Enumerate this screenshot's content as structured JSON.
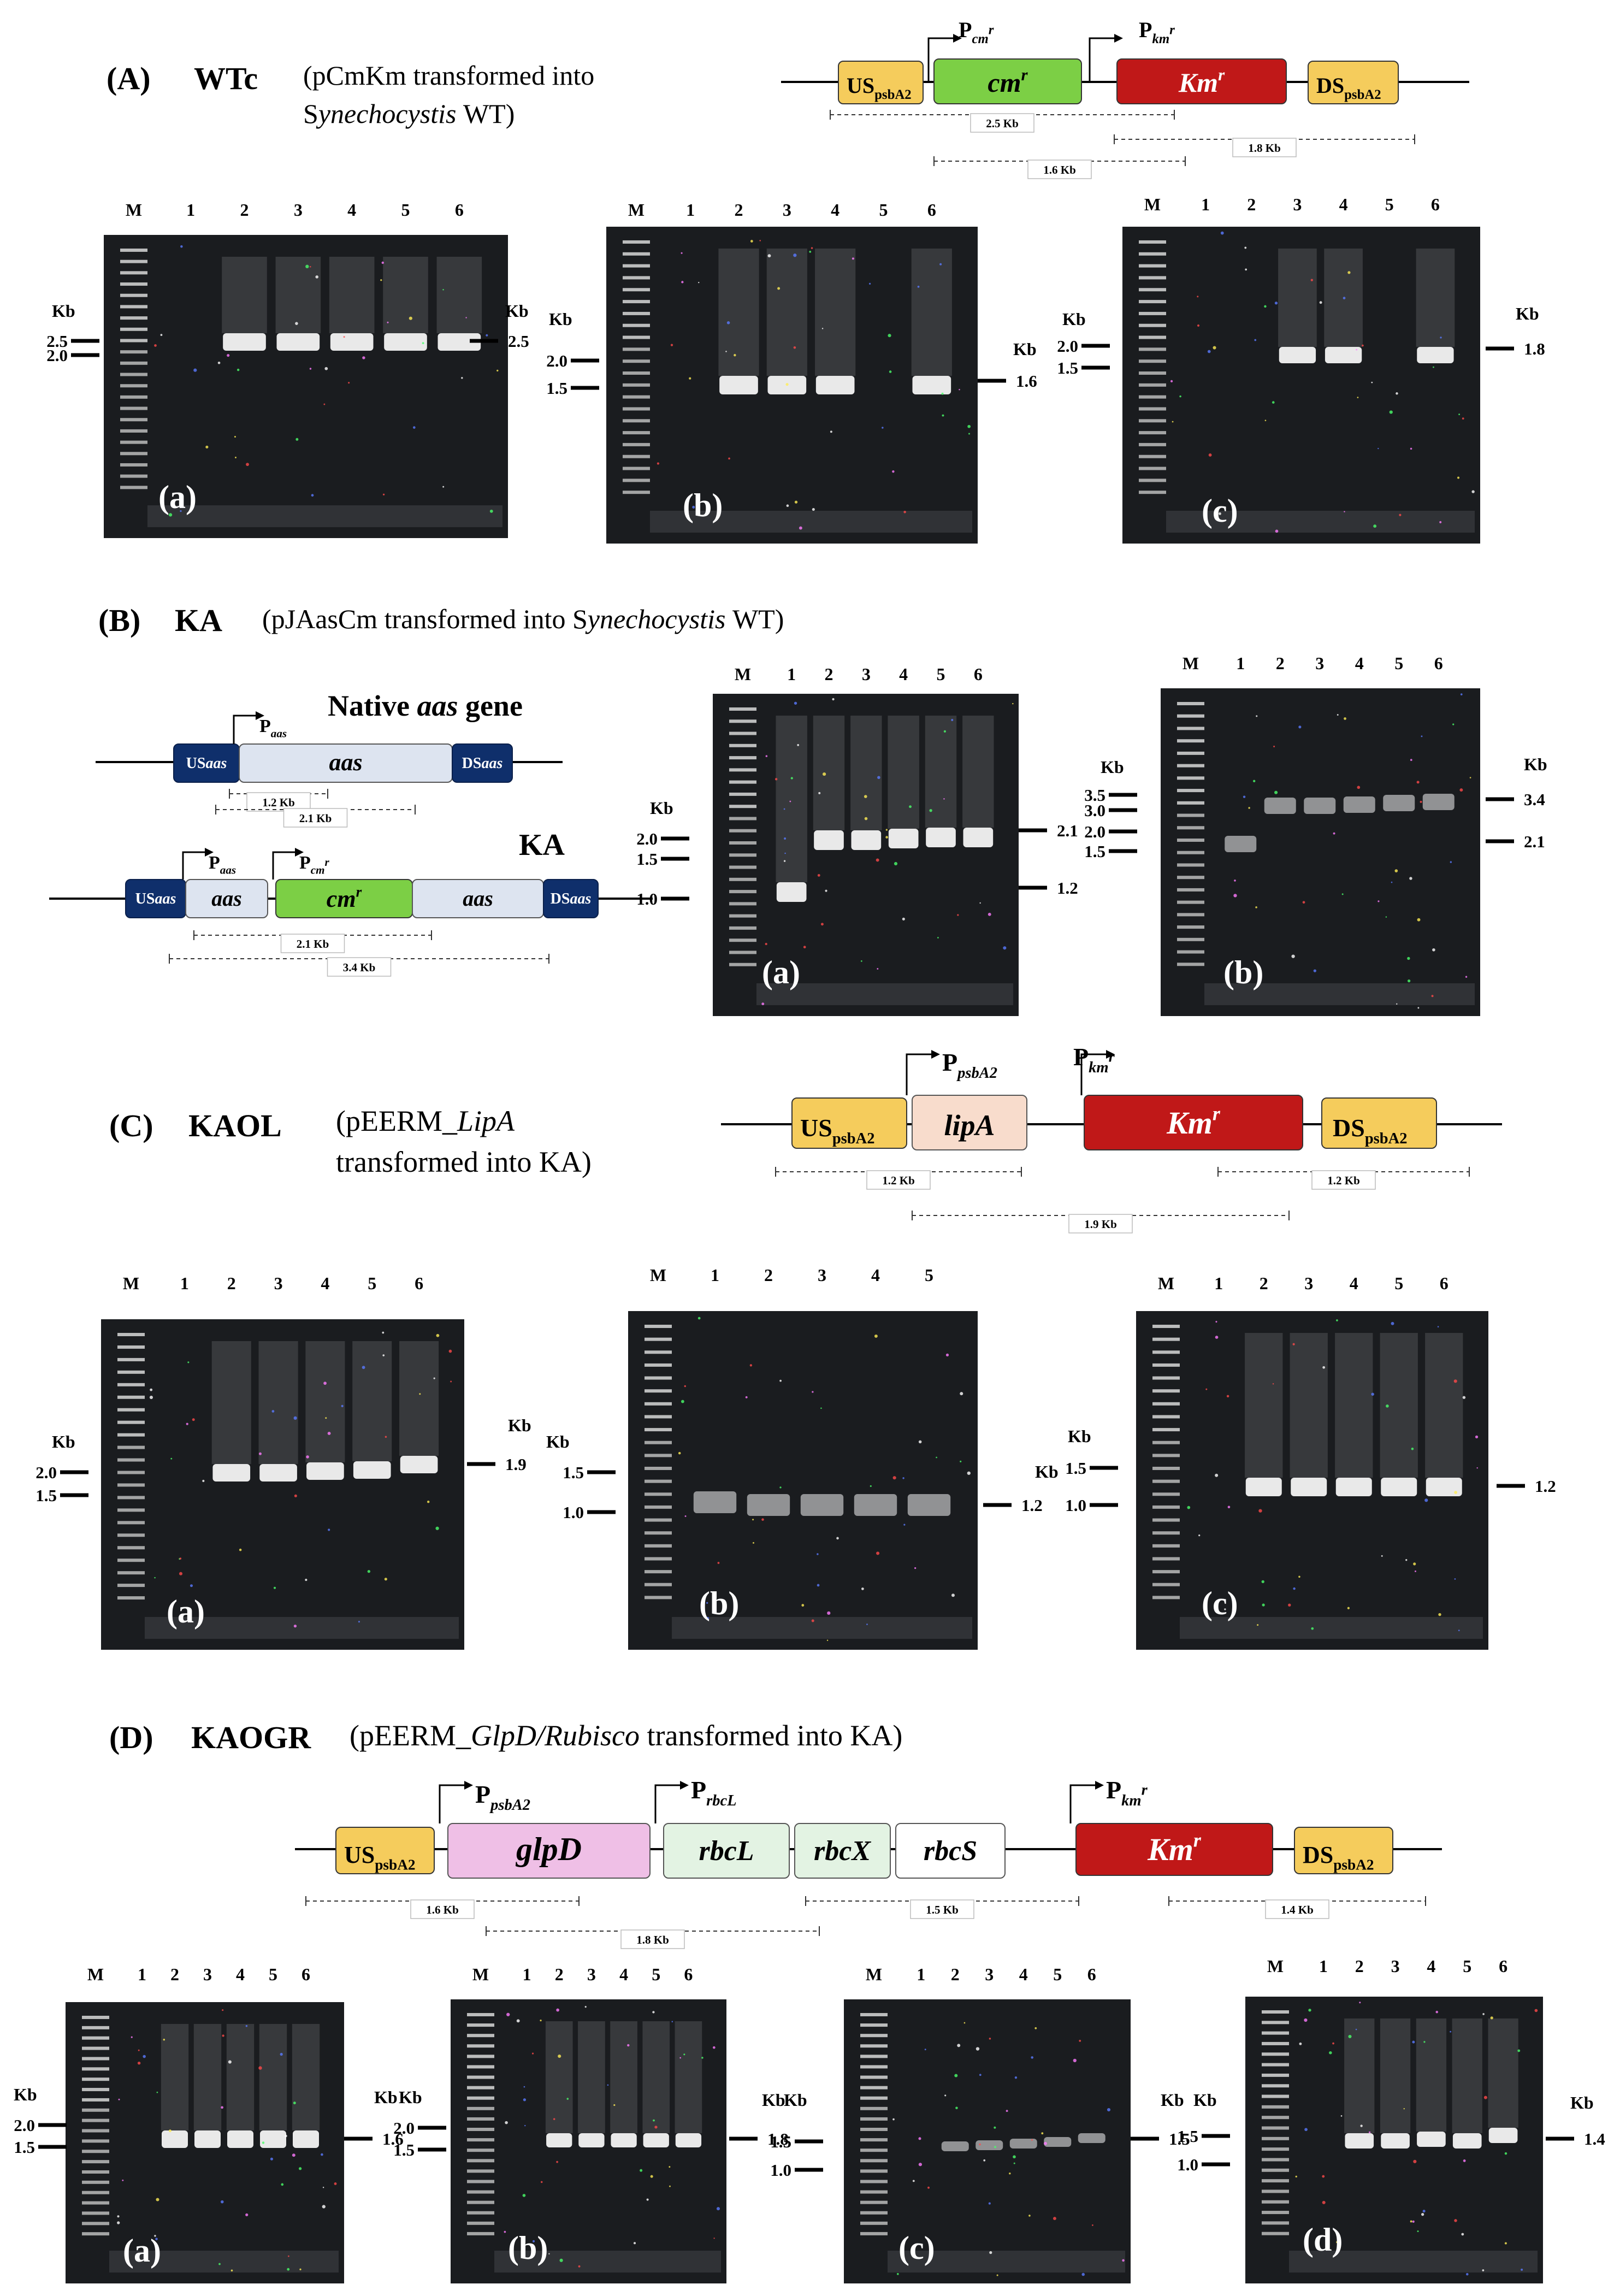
{
  "sections": [
    {
      "id": "A",
      "letter": "(A)",
      "name": "WTc",
      "desc_lines": [
        "(pCmKm transformed into",
        "Synechocystis WT)"
      ],
      "construct": {
        "promoters": [
          "Pcmr",
          "Pkmr"
        ],
        "genes": [
          "USpsbA2",
          "cmr",
          "Kmr",
          "DSpsbA2"
        ],
        "amplicons": [
          "2.5 Kb",
          "1.8 Kb",
          "1.6 Kb"
        ]
      },
      "gels": [
        {
          "panel": "(a)",
          "lanes": [
            "M",
            "1",
            "2",
            "3",
            "4",
            "5",
            "6"
          ],
          "marker_kb": [
            "2.5",
            "2.0"
          ],
          "product_kb": [
            "2.5"
          ],
          "positive_lanes": [
            2,
            3,
            4,
            5,
            6
          ]
        },
        {
          "panel": "(b)",
          "lanes": [
            "M",
            "1",
            "2",
            "3",
            "4",
            "5",
            "6"
          ],
          "marker_kb": [
            "2.0",
            "1.5"
          ],
          "product_kb": [
            "1.6"
          ],
          "positive_lanes": [
            2,
            3,
            4,
            6
          ]
        },
        {
          "panel": "(c)",
          "lanes": [
            "M",
            "1",
            "2",
            "3",
            "4",
            "5",
            "6"
          ],
          "marker_kb": [
            "2.0",
            "1.5"
          ],
          "product_kb": [
            "1.8"
          ],
          "positive_lanes": [
            3,
            4,
            6
          ]
        }
      ]
    },
    {
      "id": "B",
      "letter": "(B)",
      "name": "KA",
      "desc_lines": [
        "(pJAasCm transformed into Synechocystis WT)"
      ],
      "native_title": "Native aas gene",
      "native_construct": {
        "promoters": [
          "Paas"
        ],
        "genes": [
          "USaas",
          "aas",
          "DSaas"
        ],
        "amplicons": [
          "1.2 Kb",
          "2.1 Kb"
        ]
      },
      "ka_label": "KA",
      "ka_construct": {
        "promoters": [
          "Paas",
          "Pcmr"
        ],
        "genes": [
          "USaas",
          "aas",
          "cmr",
          "aas",
          "DSaas"
        ],
        "amplicons": [
          "2.1 Kb",
          "3.4 Kb"
        ]
      },
      "gels": [
        {
          "panel": "(a)",
          "lanes": [
            "M",
            "1",
            "2",
            "3",
            "4",
            "5",
            "6"
          ],
          "marker_kb": [
            "2.0",
            "1.5",
            "1.0"
          ],
          "product_kb": [
            "2.1",
            "1.2"
          ],
          "positive_lanes": [
            1,
            2,
            3,
            4,
            5,
            6
          ]
        },
        {
          "panel": "(b)",
          "lanes": [
            "M",
            "1",
            "2",
            "3",
            "4",
            "5",
            "6"
          ],
          "marker_kb": [
            "3.5",
            "3.0",
            "2.0",
            "1.5"
          ],
          "product_kb": [
            "3.4",
            "2.1"
          ],
          "positive_lanes": [
            1,
            2,
            3,
            4,
            5,
            6
          ]
        }
      ]
    },
    {
      "id": "C",
      "letter": "(C)",
      "name": "KAOL",
      "desc_lines": [
        "(pEERM_LipA",
        "transformed into KA)"
      ],
      "construct": {
        "promoters": [
          "PpsbA2",
          "Pkmr"
        ],
        "genes": [
          "USpsbA2",
          "lipA",
          "Kmr",
          "DSpsbA2"
        ],
        "amplicons": [
          "1.2 Kb",
          "1.2 Kb",
          "1.9 Kb"
        ]
      },
      "gels": [
        {
          "panel": "(a)",
          "lanes": [
            "M",
            "1",
            "2",
            "3",
            "4",
            "5",
            "6"
          ],
          "marker_kb": [
            "2.0",
            "1.5"
          ],
          "product_kb": [
            "1.9"
          ],
          "positive_lanes": [
            2,
            3,
            4,
            5,
            6
          ]
        },
        {
          "panel": "(b)",
          "lanes": [
            "M",
            "1",
            "2",
            "3",
            "4",
            "5"
          ],
          "marker_kb": [
            "1.5",
            "1.0"
          ],
          "product_kb": [
            "1.2"
          ],
          "positive_lanes": [
            1,
            2,
            3,
            4,
            5
          ]
        },
        {
          "panel": "(c)",
          "lanes": [
            "M",
            "1",
            "2",
            "3",
            "4",
            "5",
            "6"
          ],
          "marker_kb": [
            "1.5",
            "1.0"
          ],
          "product_kb": [
            "1.2"
          ],
          "positive_lanes": [
            2,
            3,
            4,
            5,
            6
          ]
        }
      ]
    },
    {
      "id": "D",
      "letter": "(D)",
      "name": "KAOGR",
      "desc_lines": [
        "(pEERM_GlpD/Rubisco transformed into KA)"
      ],
      "construct": {
        "promoters": [
          "PpsbA2",
          "PrbcL",
          "Pkmr"
        ],
        "genes": [
          "USpsbA2",
          "glpD",
          "rbcL",
          "rbcX",
          "rbcS",
          "Kmr",
          "DSpsbA2"
        ],
        "amplicons": [
          "1.6 Kb",
          "1.8 Kb",
          "1.5 Kb",
          "1.4 Kb"
        ]
      },
      "gels": [
        {
          "panel": "(a)",
          "lanes": [
            "M",
            "1",
            "2",
            "3",
            "4",
            "5",
            "6"
          ],
          "marker_kb": [
            "2.0",
            "1.5"
          ],
          "product_kb": [
            "1.6"
          ],
          "positive_lanes": [
            2,
            3,
            4,
            5,
            6
          ]
        },
        {
          "panel": "(b)",
          "lanes": [
            "M",
            "1",
            "2",
            "3",
            "4",
            "5",
            "6"
          ],
          "marker_kb": [
            "2.0",
            "1.5"
          ],
          "product_kb": [
            "1.8"
          ],
          "positive_lanes": [
            2,
            3,
            4,
            5,
            6
          ]
        },
        {
          "panel": "(c)",
          "lanes": [
            "M",
            "1",
            "2",
            "3",
            "4",
            "5",
            "6"
          ],
          "marker_kb": [
            "1.5",
            "1.0"
          ],
          "product_kb": [
            "1.5"
          ],
          "positive_lanes": [
            2,
            3,
            4,
            5,
            6
          ]
        },
        {
          "panel": "(d)",
          "lanes": [
            "M",
            "1",
            "2",
            "3",
            "4",
            "5",
            "6"
          ],
          "marker_kb": [
            "1.5",
            "1.0"
          ],
          "product_kb": [
            "1.4"
          ],
          "positive_lanes": [
            2,
            3,
            4,
            5,
            6
          ]
        }
      ]
    }
  ],
  "kb_unit": "Kb",
  "colors": {
    "us_ds": "#f5cc5c",
    "cmr": "#7ccf45",
    "kmr": "#c01818",
    "aas": "#dde4f0",
    "us_aas": "#0f2f6b",
    "lipa": "#f8dccc",
    "glpd": "#efbfe6",
    "rbc": "#e3f3e3",
    "gel_bg": "#1a1c1f",
    "band": "#f4f4f4"
  }
}
